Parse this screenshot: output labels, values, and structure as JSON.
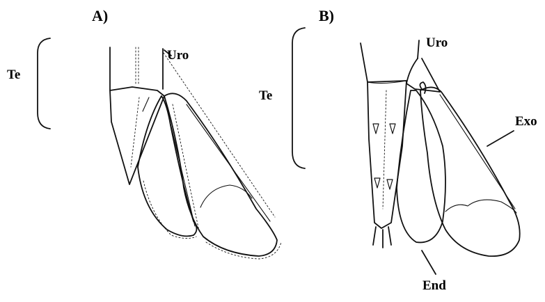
{
  "figure": {
    "panel_a": {
      "label": "A)",
      "labels": {
        "uro": "Uro",
        "te": "Te"
      }
    },
    "panel_b": {
      "label": "B)",
      "labels": {
        "uro": "Uro",
        "te": "Te",
        "exo": "Exo",
        "end": "End"
      }
    }
  }
}
